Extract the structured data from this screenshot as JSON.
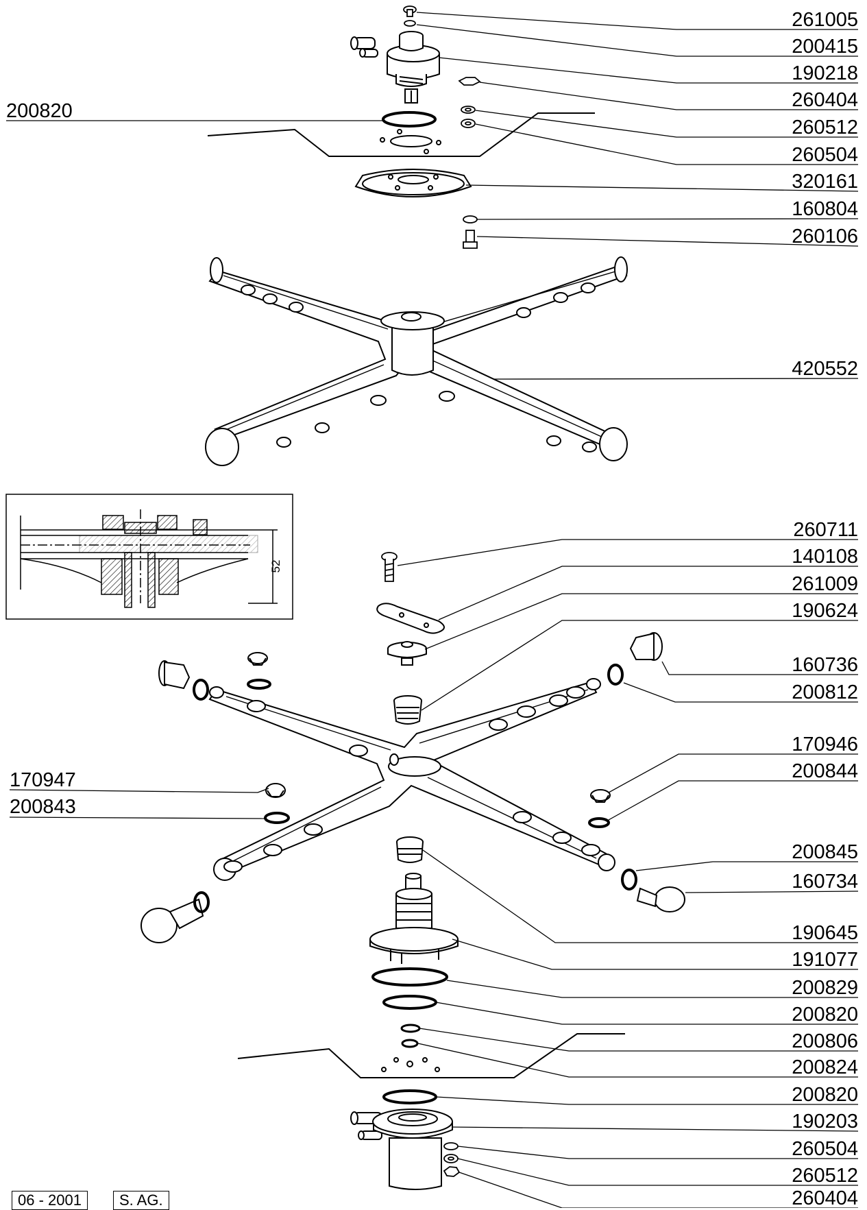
{
  "right_labels": [
    "261005",
    "200415",
    "190218",
    "260404",
    "260512",
    "260504",
    "320161",
    "160804",
    "260106",
    "420552",
    "260711",
    "140108",
    "261009",
    "190624",
    "160736",
    "200812",
    "170946",
    "200844",
    "200845",
    "160734",
    "190645",
    "191077",
    "200829",
    "200820",
    "200806",
    "200824",
    "200820",
    "190203",
    "260504",
    "260512",
    "260404"
  ],
  "left_labels": [
    "200820",
    "170947",
    "200843"
  ],
  "inset": {
    "dimension": "52"
  },
  "footer": {
    "date": "06 - 2001",
    "initials": "S. AG."
  }
}
